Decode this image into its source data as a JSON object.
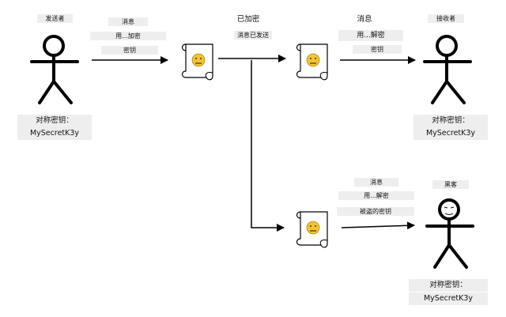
{
  "sender": {
    "role": "发送者",
    "key_label": "对称密钥：",
    "key_value": "MySecretK3y"
  },
  "step_send": {
    "line1": "消息",
    "line2": "用...加密",
    "line3": "密钥"
  },
  "encrypted": {
    "title": "已加密",
    "subtitle": "消息已发送"
  },
  "step_receive": {
    "line1": "消息",
    "line2": "用...解密",
    "line3": "密钥"
  },
  "receiver": {
    "role": "接收者",
    "key_label": "对称密钥：",
    "key_value": "MySecretK3y"
  },
  "step_hacker": {
    "line1": "消息",
    "line2": "用...解密",
    "line3": "被盗的密钥"
  },
  "hacker": {
    "role": "黑客",
    "key_label": "对称密钥：",
    "key_value": "MySecretK3y"
  }
}
